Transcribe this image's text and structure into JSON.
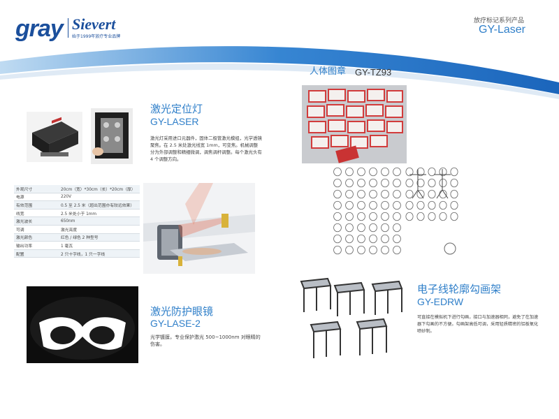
{
  "header": {
    "brand": "gray",
    "brand2": "Sievert",
    "brand_tag": "始于1999年放疗专业品牌",
    "series": "放疗标记系列产品",
    "title": "GY-Laser"
  },
  "laser_locator": {
    "title": "激光定位灯",
    "model": "GY-LASER",
    "desc": "激光灯采用进口元器件，固体二极管激光模组，光学透镜聚焦。在 2.5 米处激光线宽 1mm，可变焦。机械调整分为外部调整和精细微调，调焦调杆调整。每个激光头有 4 个调整方向。"
  },
  "specs": [
    {
      "k": "外观尺寸",
      "v": "20cm（宽）*30cm（长）*20cm（厚）"
    },
    {
      "k": "电源",
      "v": "220V"
    },
    {
      "k": "有效范围",
      "v": "0.5 至 2.5 米（超出范围亦有较远效果）"
    },
    {
      "k": "线宽",
      "v": "2.5 米处小于 1mm"
    },
    {
      "k": "激光波长",
      "v": "650nm"
    },
    {
      "k": "可调",
      "v": "激光亮度"
    },
    {
      "k": "激光颜色",
      "v": "红色 / 绿色 2 种型号"
    },
    {
      "k": "输出功率",
      "v": "1 毫瓦"
    },
    {
      "k": "配置",
      "v": "2 只十字线，1 只一字线"
    }
  ],
  "stamp": {
    "title": "人体图章",
    "model": "GY-TZ93"
  },
  "goggles": {
    "title": "激光防护眼镜",
    "model": "GY-LASE-2",
    "desc": "光学镀膜，专业保护激光 500~1000nm 对眼睛的伤害。"
  },
  "frame": {
    "title": "电子线轮廓勾画架",
    "model": "GY-EDRW",
    "desc": "可直接在模拟机下进行勾画，接口与加速器相同，避免了在加速器下勾画的不方便。勾画架高低可调，采用轻质精密的铝板氧化喷砂制。"
  }
}
